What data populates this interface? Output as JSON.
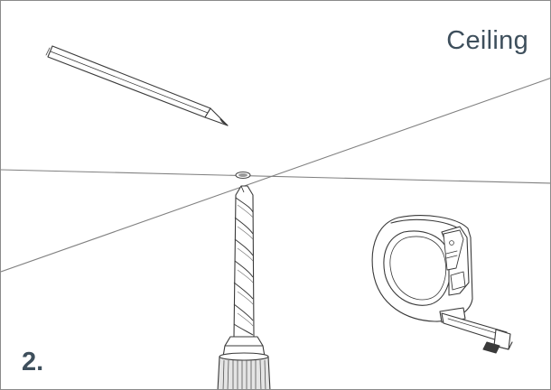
{
  "instruction": {
    "surface_label": "Ceiling",
    "step_number": "2."
  },
  "illustrations": [
    {
      "name": "pencil",
      "icon": "pencil-icon"
    },
    {
      "name": "drill-bit",
      "icon": "drill-bit-icon"
    },
    {
      "name": "drill-chuck",
      "icon": "drill-chuck-icon"
    },
    {
      "name": "tape-measure",
      "icon": "tape-measure-icon"
    },
    {
      "name": "marked-center-point",
      "icon": "center-mark-icon"
    }
  ],
  "colors": {
    "ink": "#3e4f5c",
    "line": "#808080",
    "frame": "#8a8a8a",
    "tool_fill": "#ffffff",
    "chuck_shade": "#e4e4e4"
  }
}
